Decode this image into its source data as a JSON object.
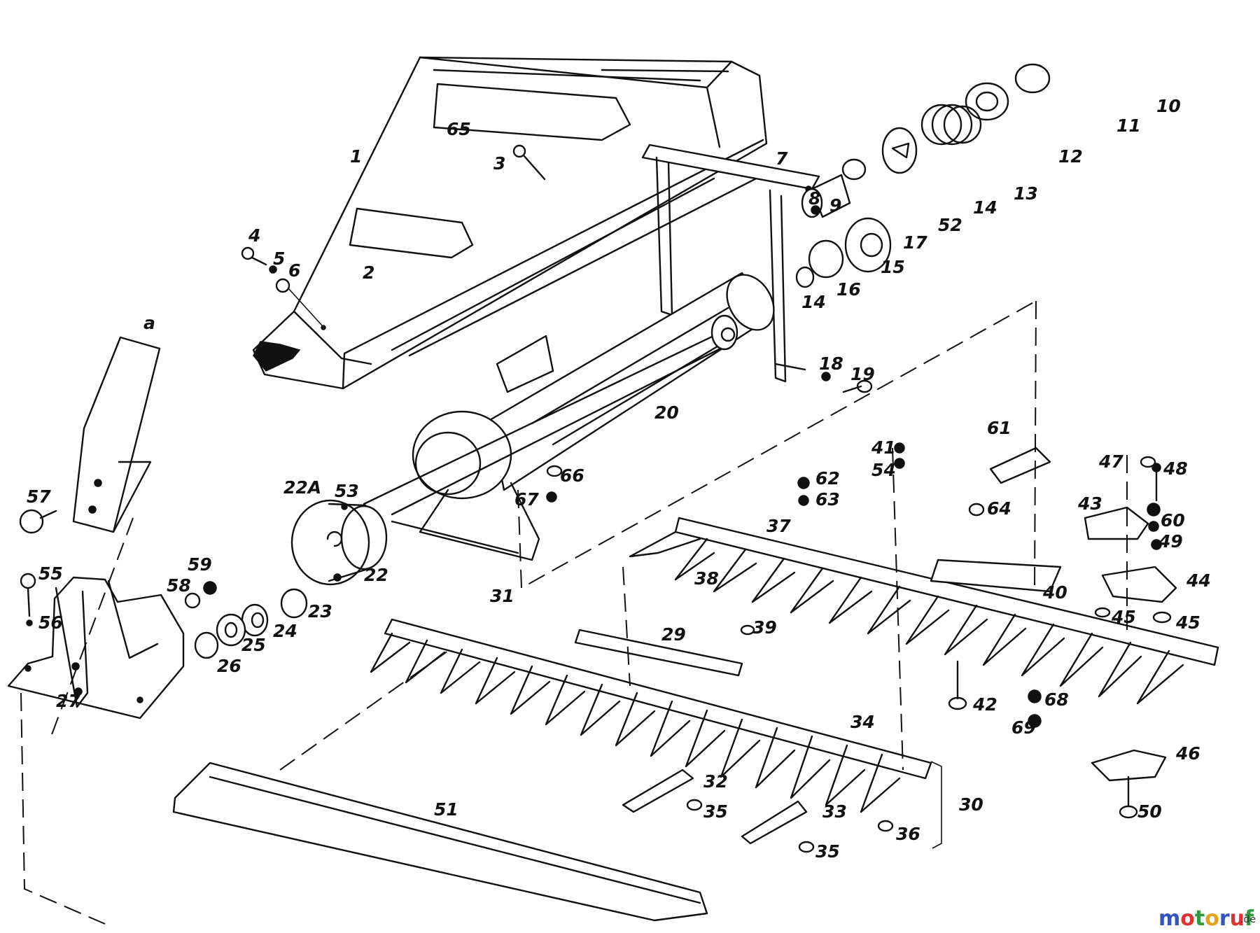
{
  "labels": [
    {
      "id": "65",
      "text": "65"
    },
    {
      "id": "1",
      "text": "1"
    },
    {
      "id": "3",
      "text": "3"
    },
    {
      "id": "2",
      "text": "2"
    },
    {
      "id": "4",
      "text": "4"
    },
    {
      "id": "5",
      "text": "5"
    },
    {
      "id": "6",
      "text": "6"
    },
    {
      "id": "a",
      "text": "a"
    },
    {
      "id": "57",
      "text": "57"
    },
    {
      "id": "55",
      "text": "55"
    },
    {
      "id": "56",
      "text": "56"
    },
    {
      "id": "27",
      "text": "27"
    },
    {
      "id": "58",
      "text": "58"
    },
    {
      "id": "59",
      "text": "59"
    },
    {
      "id": "22A",
      "text": "22A"
    },
    {
      "id": "53",
      "text": "53"
    },
    {
      "id": "22",
      "text": "22"
    },
    {
      "id": "23",
      "text": "23"
    },
    {
      "id": "24",
      "text": "24"
    },
    {
      "id": "25",
      "text": "25"
    },
    {
      "id": "26",
      "text": "26"
    },
    {
      "id": "7",
      "text": "7"
    },
    {
      "id": "8",
      "text": "8"
    },
    {
      "id": "9",
      "text": "9"
    },
    {
      "id": "10",
      "text": "10"
    },
    {
      "id": "11",
      "text": "11"
    },
    {
      "id": "12",
      "text": "12"
    },
    {
      "id": "13",
      "text": "13"
    },
    {
      "id": "14a",
      "text": "14"
    },
    {
      "id": "52",
      "text": "52"
    },
    {
      "id": "17",
      "text": "17"
    },
    {
      "id": "15",
      "text": "15"
    },
    {
      "id": "16",
      "text": "16"
    },
    {
      "id": "14b",
      "text": "14"
    },
    {
      "id": "18",
      "text": "18"
    },
    {
      "id": "19",
      "text": "19"
    },
    {
      "id": "20",
      "text": "20"
    },
    {
      "id": "66",
      "text": "66"
    },
    {
      "id": "67",
      "text": "67"
    },
    {
      "id": "61",
      "text": "61"
    },
    {
      "id": "41",
      "text": "41"
    },
    {
      "id": "54",
      "text": "54"
    },
    {
      "id": "62",
      "text": "62"
    },
    {
      "id": "63",
      "text": "63"
    },
    {
      "id": "64",
      "text": "64"
    },
    {
      "id": "47",
      "text": "47"
    },
    {
      "id": "48",
      "text": "48"
    },
    {
      "id": "43",
      "text": "43"
    },
    {
      "id": "60",
      "text": "60"
    },
    {
      "id": "49",
      "text": "49"
    },
    {
      "id": "37",
      "text": "37"
    },
    {
      "id": "38",
      "text": "38"
    },
    {
      "id": "39",
      "text": "39"
    },
    {
      "id": "40",
      "text": "40"
    },
    {
      "id": "44",
      "text": "44"
    },
    {
      "id": "45a",
      "text": "45"
    },
    {
      "id": "45b",
      "text": "45"
    },
    {
      "id": "31",
      "text": "31"
    },
    {
      "id": "29",
      "text": "29"
    },
    {
      "id": "42",
      "text": "42"
    },
    {
      "id": "68",
      "text": "68"
    },
    {
      "id": "69",
      "text": "69"
    },
    {
      "id": "46",
      "text": "46"
    },
    {
      "id": "34",
      "text": "34"
    },
    {
      "id": "30",
      "text": "30"
    },
    {
      "id": "32",
      "text": "32"
    },
    {
      "id": "35a",
      "text": "35"
    },
    {
      "id": "33",
      "text": "33"
    },
    {
      "id": "36",
      "text": "36"
    },
    {
      "id": "35b",
      "text": "35"
    },
    {
      "id": "50",
      "text": "50"
    },
    {
      "id": "51",
      "text": "51"
    }
  ],
  "watermark": {
    "letters": [
      "m",
      "o",
      "t",
      "o",
      "r",
      "u",
      "f"
    ],
    "colors": [
      "#3355bb",
      "#dd3333",
      "#2f9a3f",
      "#e8a21a",
      "#3355bb",
      "#dd3333",
      "#2f9a3f"
    ],
    "suffix": ".de"
  }
}
